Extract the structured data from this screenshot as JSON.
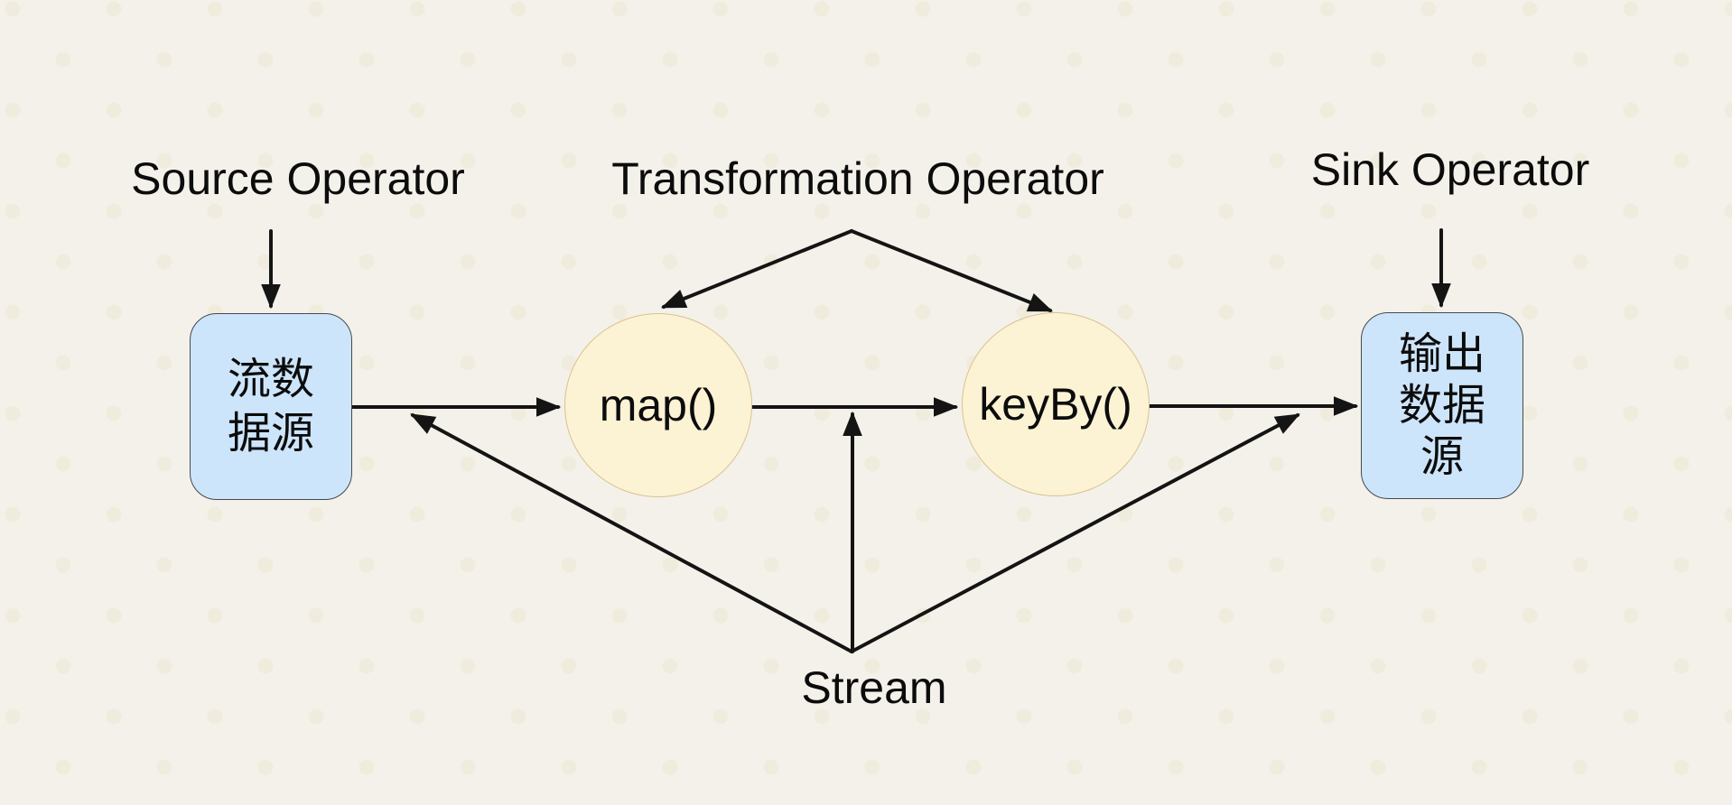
{
  "labels": {
    "source_operator": "Source Operator",
    "transformation_operator": "Transformation Operator",
    "sink_operator": "Sink Operator",
    "stream": "Stream"
  },
  "nodes": {
    "source": {
      "label": "流数\n据源",
      "shape": "rounded-rect",
      "fill": "#cde5fa",
      "border": "#45494f"
    },
    "map": {
      "label": "map()",
      "shape": "circle",
      "fill": "#fcf2d4",
      "border": "#d9c28e"
    },
    "keyby": {
      "label": "keyBy()",
      "shape": "circle",
      "fill": "#fcf2d4",
      "border": "#d9c28e"
    },
    "sink": {
      "label": "输出\n数据\n源",
      "shape": "rounded-rect",
      "fill": "#cde5fa",
      "border": "#45494f"
    }
  },
  "connections": [
    {
      "from": "Source Operator label",
      "to": "source node",
      "type": "arrow"
    },
    {
      "from": "Transformation Operator label",
      "to": "map node",
      "type": "arrow"
    },
    {
      "from": "Transformation Operator label",
      "to": "keyBy node",
      "type": "arrow"
    },
    {
      "from": "Sink Operator label",
      "to": "sink node",
      "type": "arrow"
    },
    {
      "from": "source node",
      "to": "map node",
      "type": "arrow"
    },
    {
      "from": "map node",
      "to": "keyBy node",
      "type": "arrow"
    },
    {
      "from": "keyBy node",
      "to": "sink node",
      "type": "arrow"
    },
    {
      "from": "Stream label",
      "to": "edge source node to map node",
      "type": "arrow"
    },
    {
      "from": "Stream label",
      "to": "edge map node to keyBy node",
      "type": "arrow"
    },
    {
      "from": "Stream label",
      "to": "edge keyBy node to sink node",
      "type": "arrow"
    }
  ],
  "colors": {
    "background": "#f4f1ea",
    "connector": "#141414",
    "blue_node_fill": "#cde5fa",
    "blue_node_border": "#45494f",
    "yellow_node_fill": "#fcf2d4",
    "yellow_node_border": "#d9c28e",
    "text": "#0c0c0c"
  }
}
